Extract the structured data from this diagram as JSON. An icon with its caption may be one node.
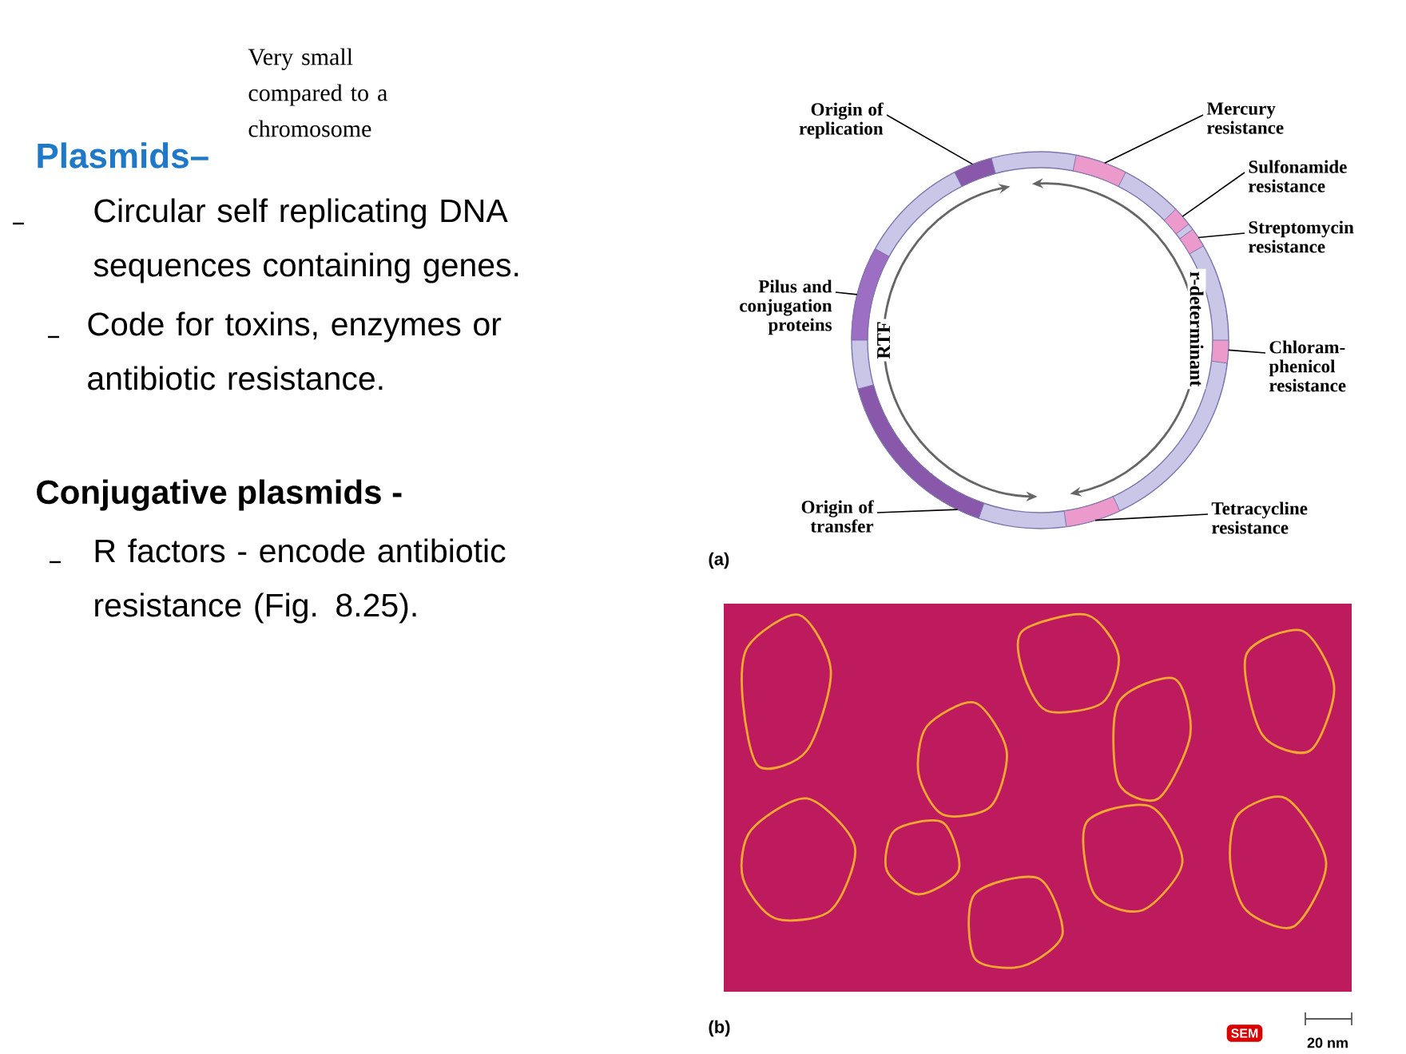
{
  "diagram": {
    "title": "Plasmids–",
    "nodes": [
      {
        "text": [
          "Origin of replication"
        ]
      },
      {
        "text": [
          "Mercury resistance"
        ]
      },
      {
        "text": [
          "Sulfonamide resistance"
        ]
      },
      {
        "text": [
          "Streptomycin resistance"
        ]
      },
      {
        "text": [
          "Pilus and conjugation proteins"
        ]
      },
      {
        "text": [
          "Chloram- phenicol resistance"
        ]
      },
      {
        "text": [
          "Origin of transfer"
        ]
      },
      {
        "text": [
          "Tetracycline resistance"
        ]
      },
      {
        "text": [],
        "shape": "bar"
      },
      {
        "text": [],
        "shape": "bar"
      },
      {
        "text": [],
        "shape": "bar"
      },
      {
        "text": [],
        "shape": "bar"
      },
      {
        "text": [],
        "shape": "bar"
      },
      {
        "text": [],
        "shape": "bar"
      },
      {
        "text": [],
        "shape": "bar"
      },
      {
        "text": [],
        "shape": "bar"
      }
    ],
    "edges": [
      {
        "from": 0,
        "to": 10,
        "arrow": "none"
      },
      {
        "from": 1,
        "to": 11,
        "arrow": "none"
      },
      {
        "from": 2,
        "to": 13,
        "arrow": "none"
      },
      {
        "from": 3,
        "to": 14,
        "arrow": "none"
      },
      {
        "from": 4,
        "to": 8,
        "arrow": "none"
      },
      {
        "from": 5,
        "to": 15,
        "arrow": "none"
      },
      {
        "from": 6,
        "to": 9,
        "arrow": "none"
      },
      {
        "from": 7,
        "to": 12,
        "arrow": "none"
      }
    ],
    "labels": [
      "Very small compared to a chromosome",
      "Circular self replicating DNA sequences containing genes.",
      "Code for toxins, enzymes or antibiotic resistance.",
      "Conjugative plasmids -",
      "R factors - encode antibiotic resistance (Fig. 8.25).",
      "RTF",
      "r-determinant",
      "(a)",
      "SEM",
      "20 nm",
      "(b)"
    ]
  }
}
